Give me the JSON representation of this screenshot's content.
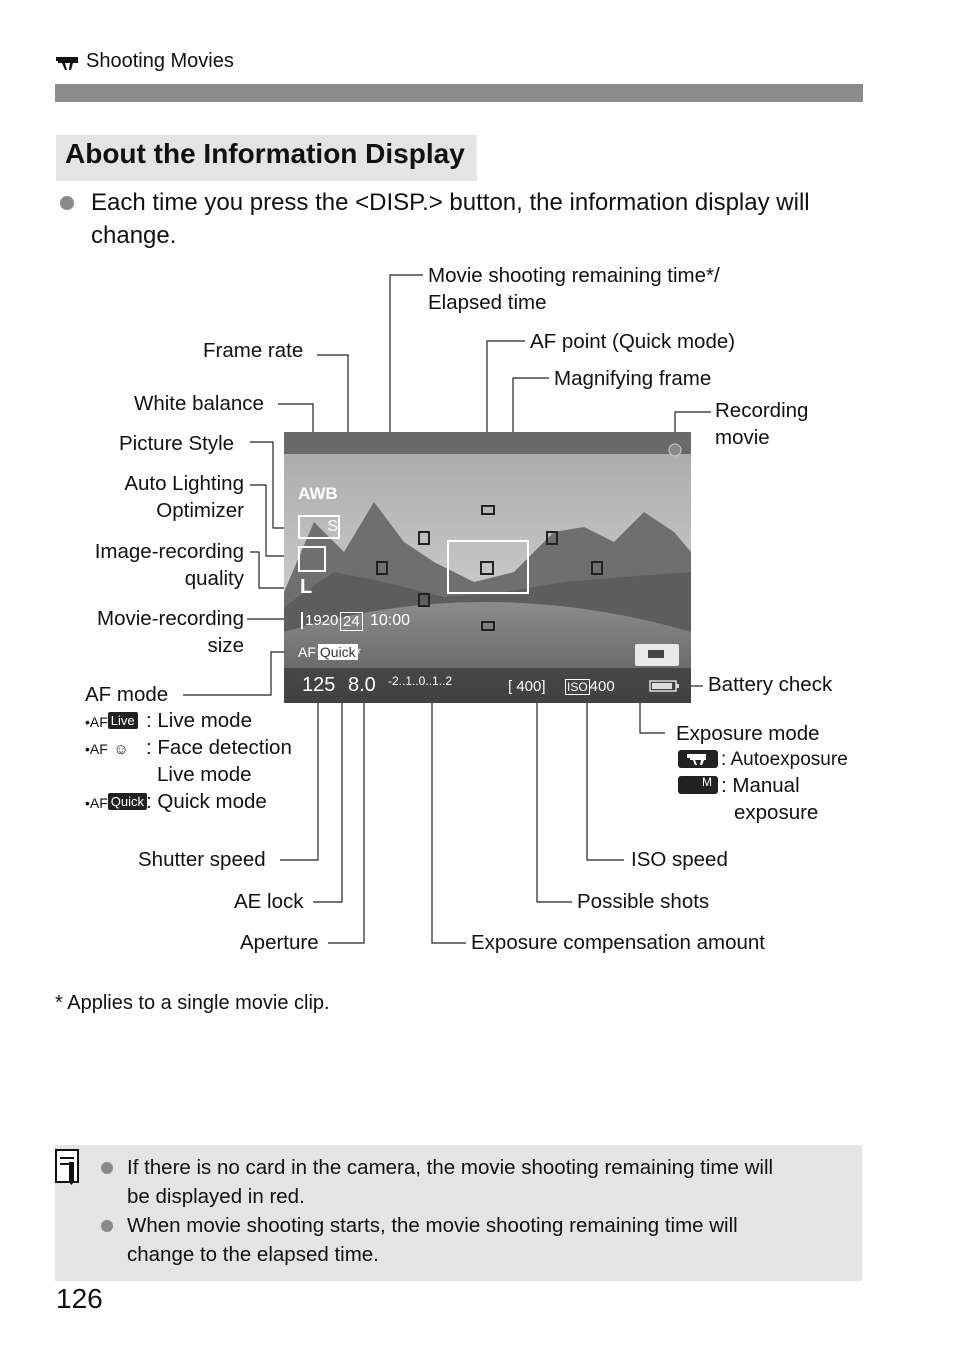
{
  "header": {
    "section": "Shooting Movies",
    "icon": "movie-camera-icon"
  },
  "section_title": "About the Information Display",
  "intro": "Each time you press the <DISP.> button, the information display will change.",
  "labels": {
    "movie_remaining_1": "Movie shooting remaining time*/",
    "movie_remaining_2": "Elapsed time",
    "frame_rate": "Frame rate",
    "af_point": "AF point (Quick mode)",
    "magnifying_frame": "Magnifying frame",
    "white_balance": "White balance",
    "recording_1": "Recording",
    "recording_2": "movie",
    "picture_style": "Picture Style",
    "alo_1": "Auto Lighting",
    "alo_2": "Optimizer",
    "quality_1": "Image-recording",
    "quality_2": "quality",
    "size_1": "Movie-recording",
    "size_2": "size",
    "af_mode": "AF mode",
    "battery": "Battery check",
    "exposure_mode": "Exposure mode",
    "autoexposure": ": Autoexposure",
    "manual_1": ": Manual",
    "manual_2": "exposure",
    "live_mode": ": Live mode",
    "face_1": ": Face detection",
    "face_2": "Live mode",
    "quick_mode": ": Quick mode",
    "shutter": "Shutter speed",
    "iso": "ISO speed",
    "ae_lock": "AE lock",
    "possible_shots": "Possible shots",
    "aperture": "Aperture",
    "exp_comp": "Exposure compensation amount"
  },
  "af_icons": {
    "live": "Live",
    "face": "☺",
    "quick": "Quick"
  },
  "screen": {
    "wb": "AWB",
    "style": "S",
    "quality": "L",
    "size": "1920",
    "fps": "24",
    "time": "10:00",
    "af": "Quick",
    "ae": "*",
    "shutter": "125",
    "aperture": "8.0",
    "scale": "-2..1..0..1..2",
    "shots": "[ 400]",
    "iso_label": "ISO",
    "iso": "400"
  },
  "footnote": "* Applies to a single movie clip.",
  "notes": [
    {
      "line1": "If there is no card in the camera, the movie shooting remaining time will",
      "line2": "be displayed in red."
    },
    {
      "line1": "When movie shooting starts, the movie shooting remaining time will",
      "line2": "change to the elapsed time."
    }
  ],
  "page_number": "126"
}
